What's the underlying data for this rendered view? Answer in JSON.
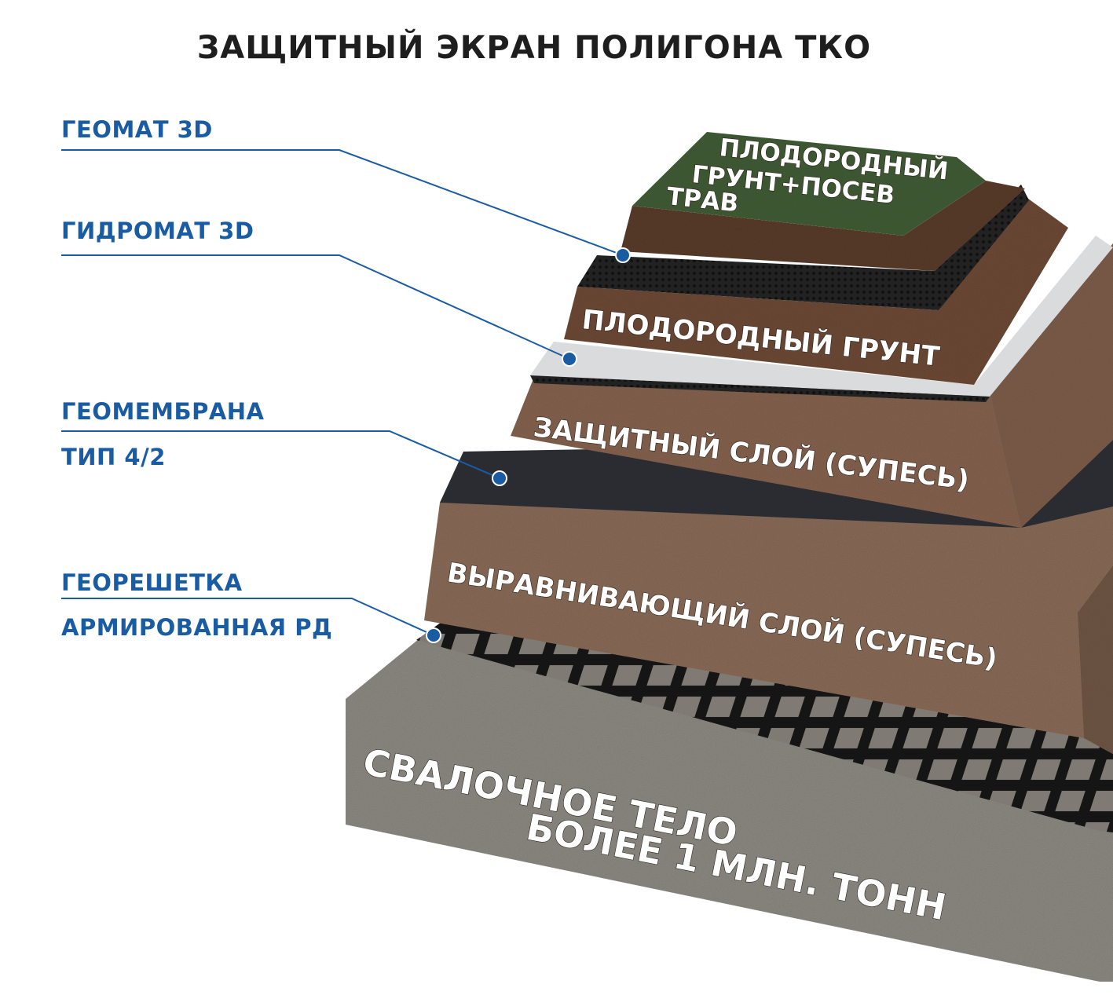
{
  "title": "ЗАЩИТНЫЙ ЭКРАН ПОЛИГОНА ТКО",
  "leaders": [
    {
      "lines": [
        "ГЕОМАТ 3D"
      ]
    },
    {
      "lines": [
        "ГИДРОМАТ 3D"
      ]
    },
    {
      "lines": [
        "ГЕОМЕМБРАНА",
        "ТИП 4/2"
      ]
    },
    {
      "lines": [
        "ГЕОРЕШЕТКА",
        "АРМИРОВАННАЯ РД"
      ]
    }
  ],
  "layers": {
    "top": [
      "ПЛОДОРОДНЫЙ",
      "ГРУНТ+ПОСЕВ",
      "ТРАВ"
    ],
    "fertile": "ПЛОДОРОДНЫЙ  ГРУНТ",
    "protective": "ЗАЩИТНЫЙ СЛОЙ (СУПЕСЬ)",
    "leveling": "ВЫРАВНИВАЮЩИЙ СЛОЙ (СУПЕСЬ)",
    "landfill": [
      "СВАЛОЧНОЕ ТЕЛО",
      "БОЛЕЕ 1 МЛН. ТОНН"
    ]
  },
  "colors": {
    "accent": "#1a5ca3",
    "title": "#1e1e1e",
    "grass": "#3f5a34",
    "soil": "#6e4a36",
    "sand": "#8a6c58",
    "membrane": "#2a2c31",
    "geomat": "#1d1c1c",
    "hydromat": "#d9dbdd",
    "landfill": "#8e8a84"
  }
}
